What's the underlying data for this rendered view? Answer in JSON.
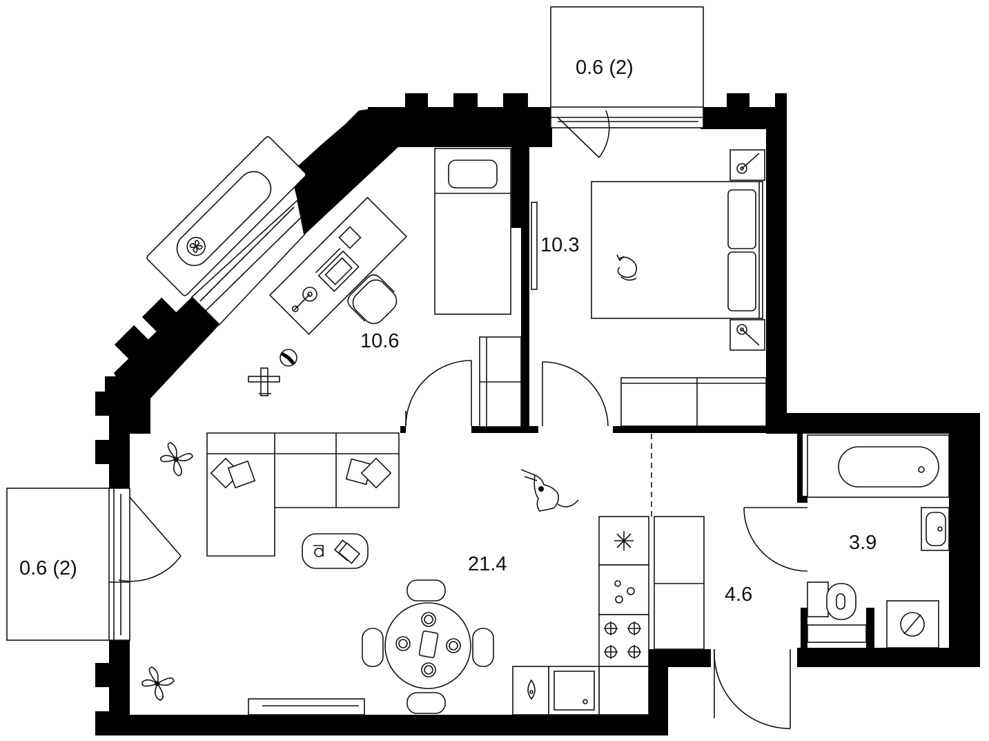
{
  "plan": {
    "rooms": [
      {
        "id": "kids-room",
        "area": "10.6"
      },
      {
        "id": "bedroom",
        "area": "10.3"
      },
      {
        "id": "living-kitchen",
        "area": "21.4"
      },
      {
        "id": "hallway",
        "area": "4.6"
      },
      {
        "id": "bathroom",
        "area": "3.9"
      }
    ],
    "balconies": [
      {
        "id": "balcony-top",
        "area": "0.6 (2)"
      },
      {
        "id": "balcony-left",
        "area": "0.6 (2)"
      }
    ],
    "icons": [
      "fan-icon",
      "lamp-icon",
      "laptop-icon",
      "chair-icon",
      "ball-icon",
      "toy-plane-icon",
      "plant-icon",
      "cat-icon",
      "dog-icon",
      "pillow-icon",
      "snowflake-icon",
      "stove-burner-icon",
      "sink-icon",
      "bathtub-icon",
      "toilet-icon",
      "washing-machine-icon",
      "tv-icon"
    ],
    "colors": {
      "wall": "#000000",
      "line": "#111111",
      "background": "#ffffff"
    }
  }
}
